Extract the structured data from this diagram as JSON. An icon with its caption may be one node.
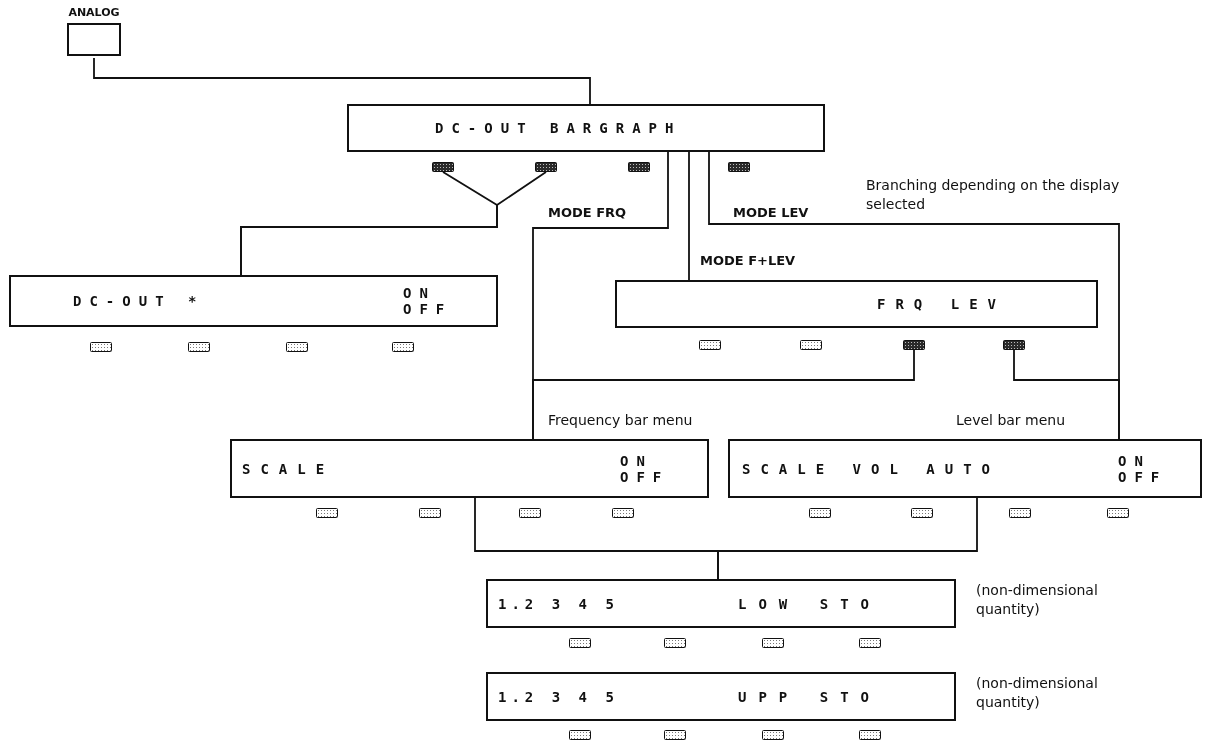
{
  "diagram": {
    "nodes": [
      {
        "text": [
          "ANALOG"
        ]
      },
      {
        "text": [
          "DC-OUT BARGRAPH"
        ]
      },
      {
        "text": [],
        "shape": "box"
      },
      {
        "text": [],
        "shape": "box"
      },
      {
        "text": [],
        "shape": "box"
      },
      {
        "text": [],
        "shape": "box"
      },
      {
        "text": [
          "DC-OUT *",
          "ON OFF"
        ]
      },
      {
        "text": [],
        "shape": "box"
      },
      {
        "text": [],
        "shape": "box"
      },
      {
        "text": [],
        "shape": "box"
      },
      {
        "text": [],
        "shape": "box"
      },
      {
        "text": [
          "FRQ LEV"
        ]
      },
      {
        "text": [],
        "shape": "box"
      },
      {
        "text": [],
        "shape": "box"
      },
      {
        "text": [],
        "shape": "box"
      },
      {
        "text": [],
        "shape": "box"
      },
      {
        "text": [
          "SCALE",
          "ON OFF"
        ],
        "beside": [
          "Frequency bar menu"
        ]
      },
      {
        "text": [],
        "shape": "box"
      },
      {
        "text": [],
        "shape": "box"
      },
      {
        "text": [],
        "shape": "box"
      },
      {
        "text": [],
        "shape": "box"
      },
      {
        "text": [
          "SCALE VOL AUTO",
          "ON OFF"
        ],
        "beside": [
          "Level bar menu"
        ]
      },
      {
        "text": [],
        "shape": "box"
      },
      {
        "text": [],
        "shape": "box"
      },
      {
        "text": [],
        "shape": "box"
      },
      {
        "text": [],
        "shape": "box"
      },
      {
        "text": [
          "1.2 3 4 5",
          "LOW STO"
        ],
        "beside": [
          "(non-dimensional quantity)"
        ]
      },
      {
        "text": [],
        "shape": "box"
      },
      {
        "text": [],
        "shape": "box"
      },
      {
        "text": [],
        "shape": "box"
      },
      {
        "text": [],
        "shape": "box"
      },
      {
        "text": [
          "1.2 3 4 5",
          "UPP STO"
        ],
        "beside": [
          "(non-dimensional quantity)"
        ]
      },
      {
        "text": [],
        "shape": "box"
      },
      {
        "text": [],
        "shape": "box"
      },
      {
        "text": [],
        "shape": "box"
      },
      {
        "text": [],
        "shape": "box"
      }
    ],
    "edges": [
      {
        "from": 0,
        "to": 1,
        "arrow": "none"
      },
      {
        "from": 2,
        "to": 6,
        "arrow": "none"
      },
      {
        "from": 3,
        "to": 6,
        "arrow": "none"
      },
      {
        "from": 1,
        "to": 16,
        "arrow": "none",
        "label": "MODE FRQ"
      },
      {
        "from": 1,
        "to": 11,
        "arrow": "none",
        "label": "MODE F+LEV"
      },
      {
        "from": 1,
        "to": 21,
        "arrow": "none",
        "label": "MODE LEV"
      },
      {
        "from": 14,
        "to": 16,
        "arrow": "none"
      },
      {
        "from": 15,
        "to": 21,
        "arrow": "none"
      },
      {
        "from": 16,
        "to": 26,
        "arrow": "none"
      },
      {
        "from": 21,
        "to": 26,
        "arrow": "none"
      }
    ],
    "labels": [
      "Branching depending on the display selected"
    ]
  }
}
